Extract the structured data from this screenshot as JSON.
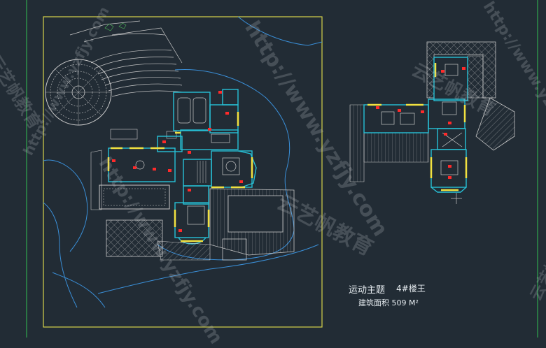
{
  "drawing": {
    "title": "运动主题",
    "building_code": "4#楼王",
    "area_label": "建筑面积 509 M²"
  },
  "watermark": {
    "url": "http://www.yzfjy.com",
    "brand": "云艺帆教育"
  },
  "colors": {
    "background": "#222c35",
    "frame": "#d7d24a",
    "boundary": "#2fa84f",
    "wall": "#27c0d6",
    "window": "#f1e140",
    "contour": "#3a8fd8",
    "hatch": "#c9c9c9",
    "tag": "#ff2a2a"
  }
}
